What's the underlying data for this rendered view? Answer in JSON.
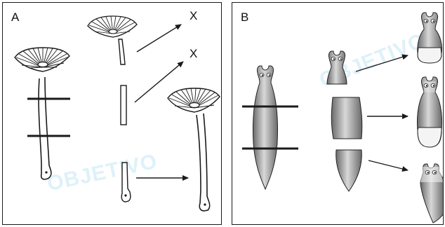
{
  "panel_a": {
    "label": "A",
    "outcomes": [
      "X",
      "X"
    ]
  },
  "panel_b": {
    "label": "B"
  },
  "watermark": {
    "text": "OBJETIVO",
    "color": "#6fc2ec"
  },
  "colors": {
    "line": "#1a1a1a",
    "planaria_dark": "#6e6e6e",
    "planaria_light": "#dcdcdc",
    "regenerated": "#f4f4f4"
  }
}
